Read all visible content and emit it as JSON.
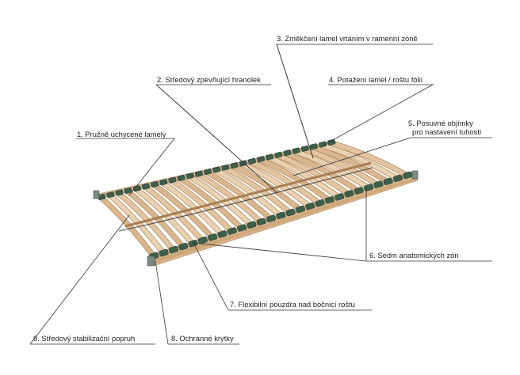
{
  "colors": {
    "wood_light": "#e9d2b2",
    "wood_mid": "#d9b68d",
    "wood_dark": "#c79c6d",
    "holder_green": "#3e5e4c",
    "holder_dark": "#2c4437",
    "line": "#333333"
  },
  "callouts": [
    {
      "id": "c1",
      "text": "1. Pružně uchycené lamely"
    },
    {
      "id": "c2",
      "text": "2. Středový zpevňující hranolek"
    },
    {
      "id": "c3",
      "text": "3. Změkčení lamel vrtáním v ramenní zóně"
    },
    {
      "id": "c4",
      "text": "4. Potažení lamel / roštu fólií"
    },
    {
      "id": "c5a",
      "text": "5. Posuvné objímky"
    },
    {
      "id": "c5b",
      "text": "pro nastavení tuhosti"
    },
    {
      "id": "c6",
      "text": "6. Sedm anatomických zón"
    },
    {
      "id": "c7",
      "text": "7. Flexibilní pouzdra nad bočnicí roštu"
    },
    {
      "id": "c8",
      "text": "8. Ochranné krytky"
    },
    {
      "id": "c9",
      "text": "9. Středový stabilizační  popruh"
    }
  ]
}
